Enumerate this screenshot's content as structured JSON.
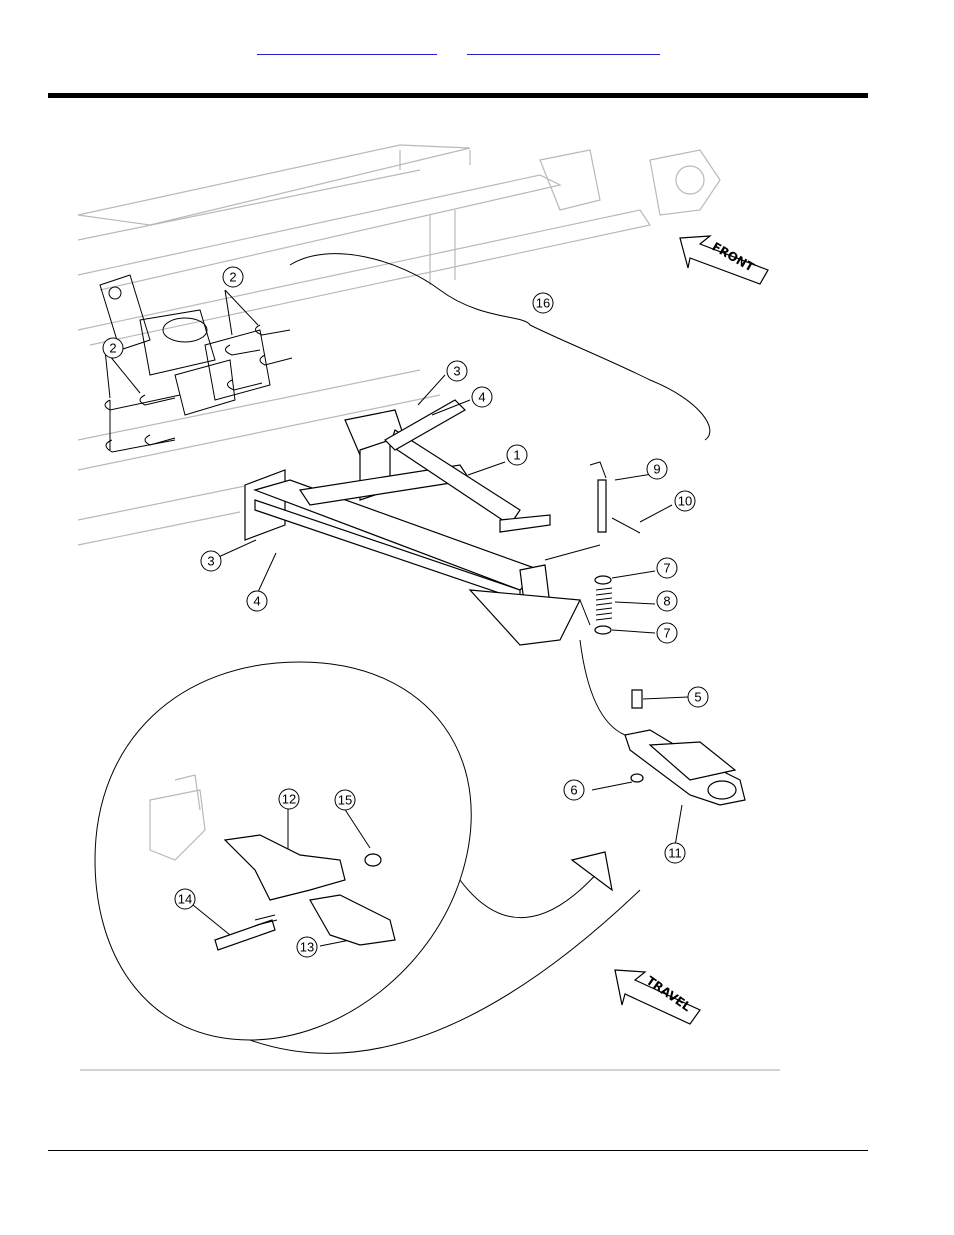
{
  "header": {
    "link_left": "",
    "link_right": ""
  },
  "diagram": {
    "direction_labels": {
      "front": "FRONT",
      "travel": "TRAVEL"
    },
    "callouts": [
      "1",
      "2",
      "2",
      "3",
      "3",
      "4",
      "4",
      "5",
      "6",
      "7",
      "7",
      "8",
      "9",
      "10",
      "11",
      "12",
      "13",
      "14",
      "15",
      "16"
    ]
  },
  "colors": {
    "ink": "#000000",
    "frame": "#b9b9b9",
    "link": "#2222cc"
  }
}
